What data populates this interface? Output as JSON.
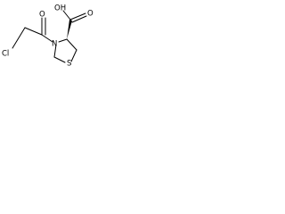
{
  "molecule": {
    "atoms": {
      "chlorine": "Cl",
      "carbonyl_oxygen": "O",
      "ring_nitrogen": "N",
      "ring_sulfur": "S",
      "acid_group": "OH",
      "acid_oxygen": "O"
    },
    "colors": {
      "ink": "#000000",
      "background": "#ffffff"
    }
  }
}
